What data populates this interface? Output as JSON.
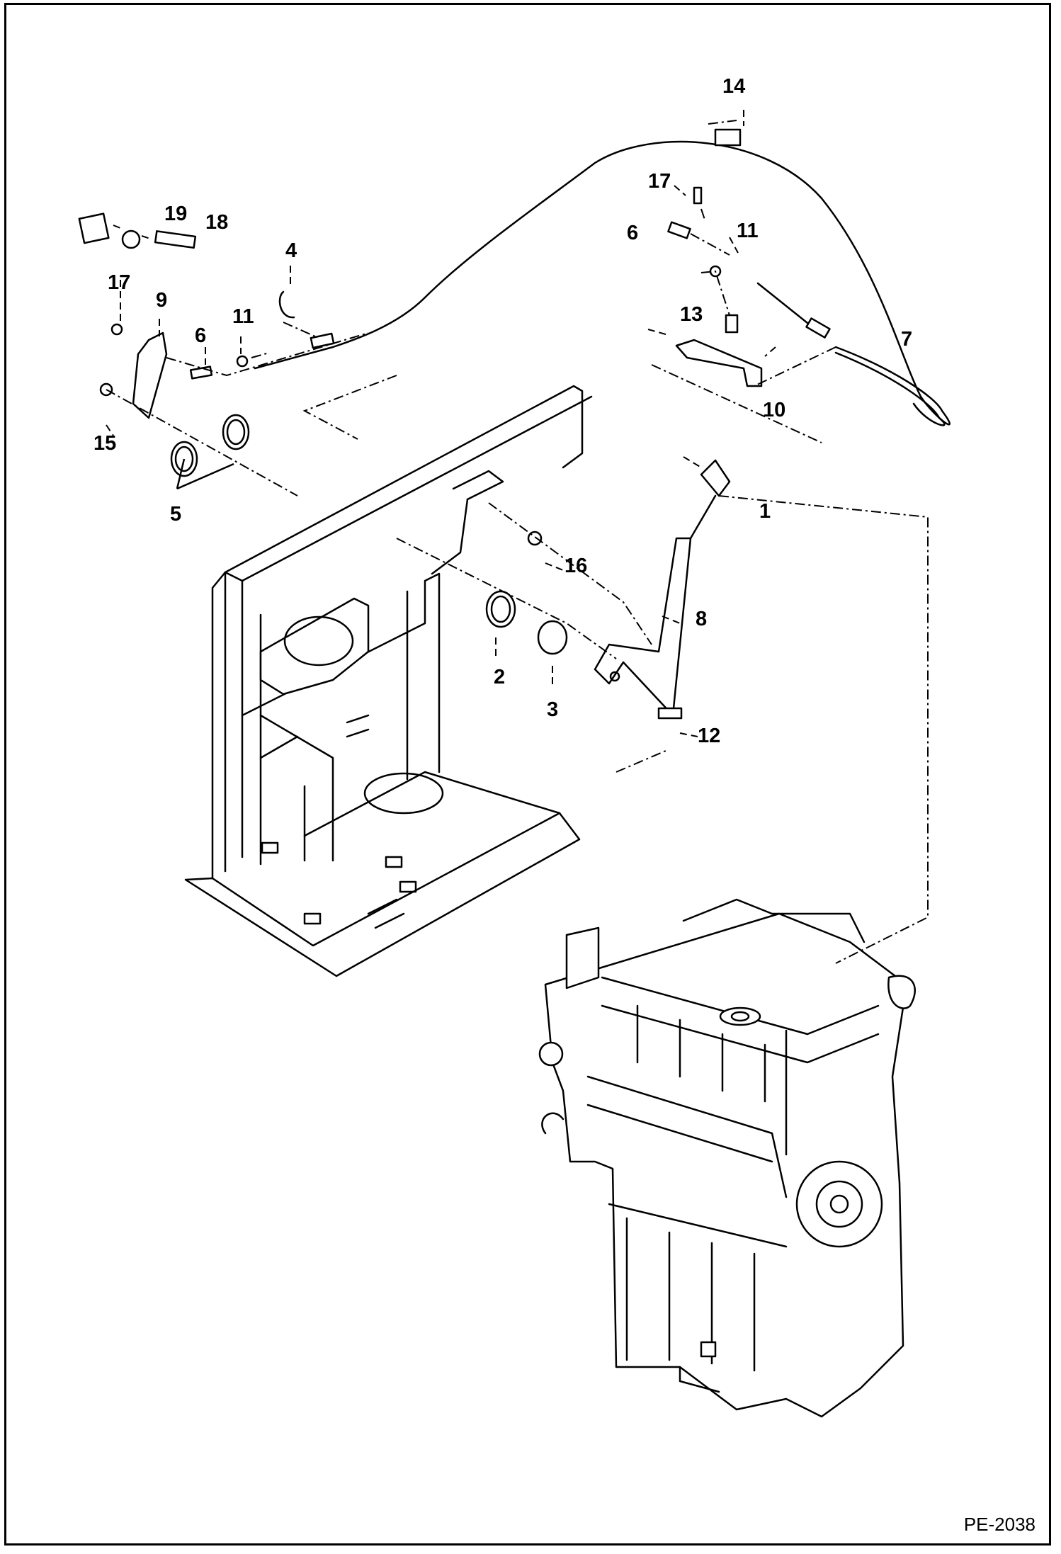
{
  "figure_code": "PE-2038",
  "callouts": [
    {
      "id": "c1",
      "text": "1"
    },
    {
      "id": "c2",
      "text": "2"
    },
    {
      "id": "c3",
      "text": "3"
    },
    {
      "id": "c4",
      "text": "4"
    },
    {
      "id": "c5",
      "text": "5"
    },
    {
      "id": "c6a",
      "text": "6"
    },
    {
      "id": "c6b",
      "text": "6"
    },
    {
      "id": "c7",
      "text": "7"
    },
    {
      "id": "c8",
      "text": "8"
    },
    {
      "id": "c9",
      "text": "9"
    },
    {
      "id": "c10",
      "text": "10"
    },
    {
      "id": "c11a",
      "text": "11"
    },
    {
      "id": "c11b",
      "text": "11"
    },
    {
      "id": "c12",
      "text": "12"
    },
    {
      "id": "c13",
      "text": "13"
    },
    {
      "id": "c14",
      "text": "14"
    },
    {
      "id": "c15",
      "text": "15"
    },
    {
      "id": "c16",
      "text": "16"
    },
    {
      "id": "c17a",
      "text": "17"
    },
    {
      "id": "c17b",
      "text": "17"
    },
    {
      "id": "c18",
      "text": "18"
    },
    {
      "id": "c19",
      "text": "19"
    }
  ]
}
